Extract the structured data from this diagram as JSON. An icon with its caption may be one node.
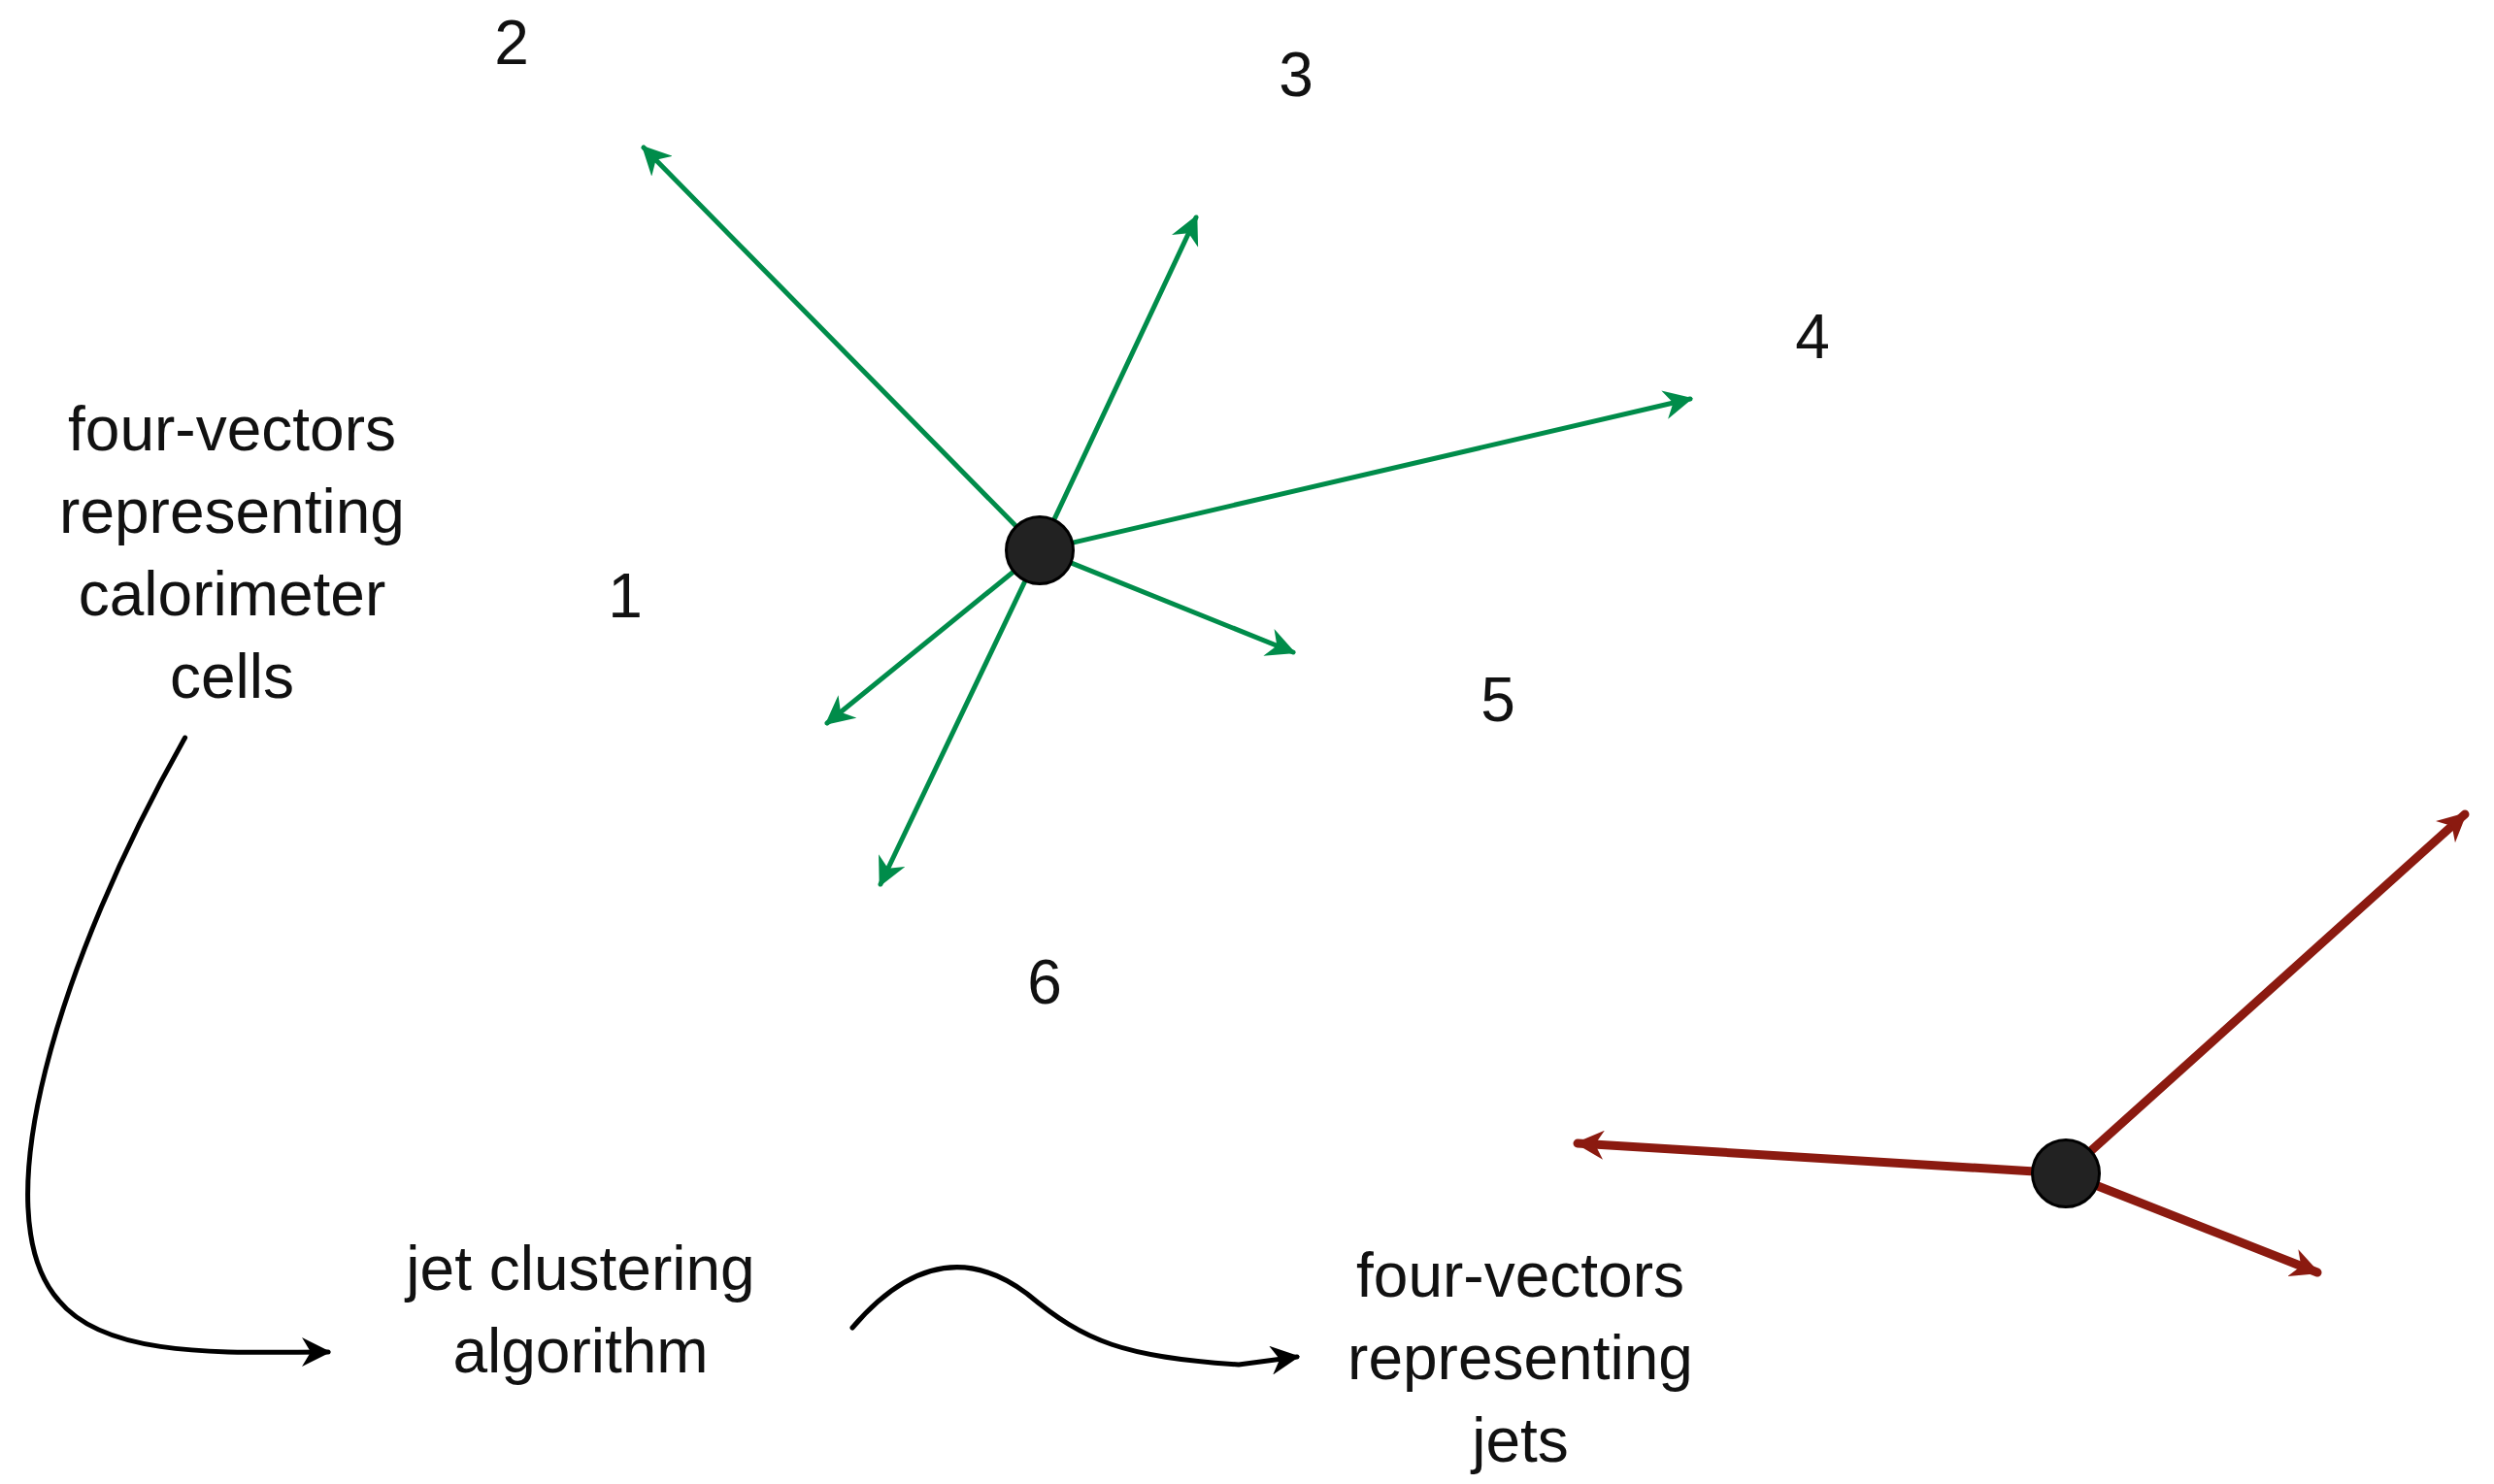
{
  "diagram": {
    "nodes": [
      {
        "text": [
          "four-vectors representing calorimeter cells"
        ]
      },
      {
        "text": [],
        "shape": "circle"
      },
      {
        "text": [
          "jet clustering algorithm"
        ]
      },
      {
        "text": [
          "four-vectors representing jets"
        ]
      },
      {
        "text": [],
        "shape": "circle"
      }
    ],
    "edges": [
      {
        "from": 0,
        "to": 2,
        "arrow": "to",
        "color": "#000000"
      },
      {
        "from": 2,
        "to": 3,
        "arrow": "to",
        "color": "#000000"
      },
      {
        "from": 1,
        "to": null,
        "arrow": "to",
        "color": "#008c4a"
      },
      {
        "from": 1,
        "to": null,
        "arrow": "to",
        "color": "#008c4a"
      },
      {
        "from": 1,
        "to": null,
        "arrow": "to",
        "color": "#008c4a"
      },
      {
        "from": 1,
        "to": null,
        "arrow": "to",
        "color": "#008c4a"
      },
      {
        "from": 1,
        "to": null,
        "arrow": "to",
        "color": "#008c4a"
      },
      {
        "from": 1,
        "to": null,
        "arrow": "to",
        "color": "#008c4a"
      },
      {
        "from": 4,
        "to": null,
        "arrow": "to",
        "style": "thick",
        "color": "#8b1a10"
      },
      {
        "from": 4,
        "to": null,
        "arrow": "to",
        "style": "thick",
        "color": "#8b1a10"
      },
      {
        "from": 4,
        "to": null,
        "arrow": "to",
        "style": "thick",
        "color": "#8b1a10"
      }
    ],
    "labels": [
      "2",
      "3",
      "4",
      "1",
      "5",
      "6"
    ]
  }
}
